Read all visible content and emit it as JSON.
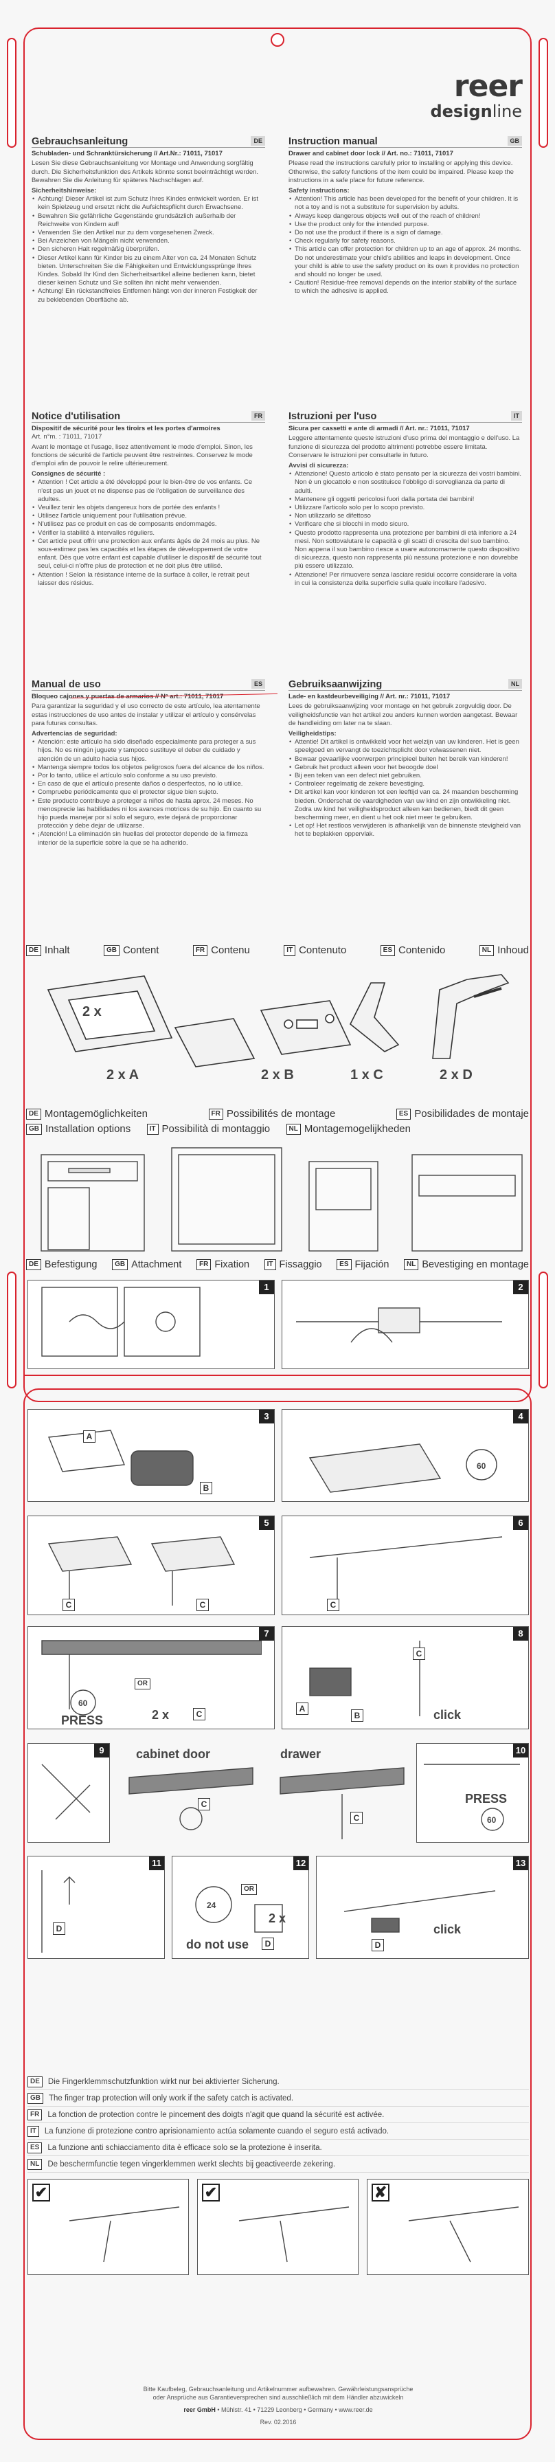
{
  "brand": {
    "name": "reer",
    "line_prefix": "design",
    "line_suffix": "line"
  },
  "instructions": [
    {
      "id": "de",
      "title": "Gebrauchsanleitung",
      "code": "DE",
      "subtitle": "Schubladen- und Schranktürsicherung // Art.Nr.: 71011, 71017",
      "intro": "Lesen Sie diese Gebrauchsanleitung vor Montage und Anwendung sorgfältig durch. Die Sicherheitsfunktion des Artikels könnte sonst beeinträchtigt werden. Bewahren Sie die Anleitung für späteres Nachschlagen auf.",
      "heading": "Sicherheitshinweise:",
      "items": [
        "Achtung! Dieser Artikel ist zum Schutz Ihres Kindes entwickelt worden. Er ist kein Spielzeug und ersetzt nicht die Aufsichtspflicht durch Erwachsene.",
        "Bewahren Sie gefährliche Gegenstände grundsätzlich außerhalb der Reichweite von Kindern auf!",
        "Verwenden Sie den Artikel nur zu dem vorgesehenen Zweck.",
        "Bei Anzeichen von Mängeln nicht verwenden.",
        "Den sicheren Halt regelmäßig überprüfen.",
        "Dieser Artikel kann für Kinder bis zu einem Alter von ca. 24 Monaten Schutz bieten. Unterschreiten Sie die Fähigkeiten und Entwicklungssprünge Ihres Kindes. Sobald Ihr Kind den Sicherheitsartikel alleine bedienen kann, bietet dieser keinen Schutz und Sie sollten ihn nicht mehr verwenden.",
        "Achtung! Ein rückstandfreies Entfernen hängt von der inneren Festigkeit der zu beklebenden Oberfläche ab."
      ]
    },
    {
      "id": "gb",
      "title": "Instruction manual",
      "code": "GB",
      "subtitle": "Drawer and cabinet door lock // Art. no.: 71011, 71017",
      "intro": "Please read the instructions carefully prior to installing or applying this device. Otherwise, the safety functions of the item could be impaired. Please keep the instructions in a safe place for future reference.",
      "heading": "Safety instructions:",
      "items": [
        "Attention! This article has been developed for the benefit of your children. It is not a toy and is not a substitute for supervision by adults.",
        "Always keep dangerous objects well out of the reach of children!",
        "Use the product only for the intended purpose.",
        "Do not use the product if there is a sign of damage.",
        "Check regularly for safety reasons.",
        "This article can offer protection for children up to an age of approx. 24 months. Do not underestimate your child's abilities and leaps in development. Once your child is able to use the safety product on its own it provides no protection and should no longer be used.",
        "Caution! Residue-free removal depends on the interior stability of the surface to which the adhesive is applied."
      ]
    },
    {
      "id": "fr",
      "title": "Notice d'utilisation",
      "code": "FR",
      "subtitle": "Dispositif de sécurité pour les tiroirs et les portes d'armoires",
      "subtitle2": "Art. n°m. : 71011, 71017",
      "intro": "Avant le montage et l'usage, lisez attentivement le mode d'emploi. Sinon, les fonctions de sécurité de l'article peuvent être restreintes. Conservez le mode d'emploi afin de pouvoir le relire ultérieurement.",
      "heading": "Consignes de sécurité :",
      "items": [
        "Attention ! Cet article a été développé pour le bien-être de vos enfants. Ce n'est pas un jouet et ne dispense pas de l'obligation de surveillance des adultes.",
        "Veuillez tenir les objets dangereux hors de portée des enfants !",
        "Utilisez l'article uniquement pour l'utilisation prévue.",
        "N'utilisez pas ce produit en cas de composants endommagés.",
        "Vérifier la stabilité à intervalles réguliers.",
        "Cet article peut offrir une protection aux enfants âgés de 24 mois au plus. Ne sous-estimez pas les capacités et les étapes de développement de votre enfant. Dès que votre enfant est capable d'utiliser le dispositif de sécurité tout seul, celui-ci n'offre plus de protection et ne doit plus être utilisé.",
        "Attention ! Selon la résistance interne de la surface à coller, le retrait peut laisser des résidus."
      ]
    },
    {
      "id": "it",
      "title": "Istruzioni per l'uso",
      "code": "IT",
      "subtitle": "Sicura per cassetti e ante di armadi // Art. nr.: 71011, 71017",
      "intro": "Leggere attentamente queste istruzioni d'uso prima del montaggio e dell'uso. La funzione di sicurezza del prodotto altrimenti potrebbe essere limitata. Conservare le istruzioni per consultarle in futuro.",
      "heading": "Avvisi di sicurezza:",
      "items": [
        "Attenzione! Questo articolo è stato pensato per la sicurezza dei vostri bambini. Non è un giocattolo e non sostituisce l'obbligo di sorveglianza da parte di adulti.",
        "Mantenere gli oggetti pericolosi fuori dalla portata dei bambini!",
        "Utilizzare l'articolo solo per lo scopo previsto.",
        "Non utilizzarlo se difettoso",
        "Verificare che si blocchi in modo sicuro.",
        "Questo prodotto rappresenta una protezione per bambini di età inferiore a 24 mesi. Non sottovalutare le capacità e gli scatti di crescita del suo bambino. Non appena il suo bambino riesce a usare autonomamente questo dispositivo di sicurezza, questo non rappresenta più nessuna protezione e non dovrebbe più essere utilizzato.",
        "Attenzione! Per rimuovere senza lasciare residui occorre considerare la volta in cui la consistenza della superficie sulla quale incollare l'adesivo."
      ]
    },
    {
      "id": "es",
      "title": "Manual de uso",
      "code": "ES",
      "subtitle": "Bloqueo cajones y puertas de armarios // N° art.: 71011, 71017",
      "intro": "Para garantizar la seguridad y el uso correcto de este artículo, lea atentamente estas instrucciones de uso antes de instalar y utilizar el artículo y consérvelas para futuras consultas.",
      "heading": "Advertencias de seguridad:",
      "items": [
        "Atención: este artículo ha sido diseñado especialmente para proteger a sus hijos. No es ningún juguete y tampoco sustituye el deber de cuidado y atención de un adulto hacia sus hijos.",
        "Mantenga siempre todos los objetos peligrosos fuera del alcance de los niños.",
        "Por lo tanto, utilice el artículo solo conforme a su uso previsto.",
        "En caso de que el artículo presente daños o desperfectos, no lo utilice.",
        "Compruebe periódicamente que el protector sigue bien sujeto.",
        "Este producto contribuye a proteger a niños de hasta aprox. 24 meses. No menosprecie las habilidades ni los avances motrices de su hijo. En cuanto su hijo pueda manejar por sí solo el seguro, este dejará de proporcionar protección y debe dejar de utilizarse.",
        "¡Atención! La eliminación sin huellas del protector depende de la firmeza interior de la superficie sobre la que se ha adherido."
      ]
    },
    {
      "id": "nl",
      "title": "Gebruiksaanwijzing",
      "code": "NL",
      "subtitle": "Lade- en kastdeurbeveiliging // Art. nr.: 71011, 71017",
      "intro": "Lees de gebruiksaanwijzing voor montage en het gebruik zorgvuldig door. De veiligheidsfunctie van het artikel zou anders kunnen worden aangetast. Bewaar de handleiding om later na te slaan.",
      "heading": "Veiligheidstips:",
      "items": [
        "Attentie! Dit artikel is ontwikkeld voor het welzijn van uw kinderen. Het is geen speelgoed en vervangt de toezichtsplicht door volwassenen niet.",
        "Bewaar gevaarlijke voorwerpen principieel buiten het bereik van kinderen!",
        "Gebruik het product alleen voor het beoogde doel",
        "Bij een teken van een defect niet gebruiken.",
        "Controleer regelmatig de zekere bevestiging.",
        "Dit artikel kan voor kinderen tot een leeftijd van ca. 24 maanden bescherming bieden. Onderschat de vaardigheden van uw kind en zijn ontwikkeling niet. Zodra uw kind het veiligheidsproduct alleen kan bedienen, biedt dit geen bescherming meer, en dient u het ook niet meer te gebruiken.",
        "Let op! Het restloos verwijderen is afhankelijk van de binnenste stevigheid van het te beplakken oppervlak."
      ]
    }
  ],
  "sections": {
    "contents": [
      {
        "code": "DE",
        "label": "Inhalt"
      },
      {
        "code": "GB",
        "label": "Content"
      },
      {
        "code": "FR",
        "label": "Contenu"
      },
      {
        "code": "IT",
        "label": "Contenuto"
      },
      {
        "code": "ES",
        "label": "Contenido"
      },
      {
        "code": "NL",
        "label": "Inhoud"
      }
    ],
    "mounting": [
      {
        "code": "DE",
        "label": "Montagemöglichkeiten"
      },
      {
        "code": "FR",
        "label": "Possibilités de montage"
      },
      {
        "code": "ES",
        "label": "Posibilidades de montaje"
      },
      {
        "code": "GB",
        "label": "Installation options"
      },
      {
        "code": "IT",
        "label": "Possibilità di montaggio"
      },
      {
        "code": "NL",
        "label": "Montagemogelijkheden"
      }
    ],
    "attachment": [
      {
        "code": "DE",
        "label": "Befestigung"
      },
      {
        "code": "GB",
        "label": "Attachment"
      },
      {
        "code": "FR",
        "label": "Fixation"
      },
      {
        "code": "IT",
        "label": "Fissaggio"
      },
      {
        "code": "ES",
        "label": "Fijación"
      },
      {
        "code": "NL",
        "label": "Bevestiging en montage"
      }
    ]
  },
  "contents_labels": {
    "a": "2 x A",
    "b": "2 x B",
    "c": "1 x C",
    "d": "2 x D",
    "tape": "2 x"
  },
  "steps": {
    "s1": "1",
    "s2": "2",
    "s3": "3",
    "s4": "4",
    "s5": "5",
    "s6": "6",
    "s7": "7",
    "s8": "8",
    "s9": "9",
    "s10": "10",
    "s11": "11",
    "s12": "12",
    "s13": "13"
  },
  "step_labels": {
    "A": "A",
    "B": "B",
    "C": "C",
    "D": "D",
    "press": "PRESS",
    "or": "OR",
    "times2": "2 x",
    "sixty": "60",
    "click": "click",
    "cabinet_door": "cabinet door",
    "drawer": "drawer",
    "do_not_use": "do not use",
    "twentyfour": "24"
  },
  "notes": [
    {
      "code": "DE",
      "text": "Die Fingerklemmschutzfunktion wirkt nur bei aktivierter Sicherung."
    },
    {
      "code": "GB",
      "text": "The finger trap protection will only work if the safety catch is activated."
    },
    {
      "code": "FR",
      "text": "La fonction de protection contre le pincement des doigts n'agit que quand la sécurité est activée."
    },
    {
      "code": "IT",
      "text": "La funzione di protezione contro aprisionamiento actúa solamente cuando el seguro está activado."
    },
    {
      "code": "ES",
      "text": "La funzione anti schiacciamento dita è efficace solo se la protezione è inserita."
    },
    {
      "code": "NL",
      "text": "De beschermfunctie tegen vingerklemmen werkt slechts bij geactiveerde zekering."
    }
  ],
  "checks": [
    "✔",
    "✔",
    "✘"
  ],
  "footer": {
    "line1": "Bitte Kaufbeleg, Gebrauchsanleitung und Artikelnummer aufbewahren. Gewährleistungsansprüche",
    "line2": "oder Ansprüche aus Garantieversprechen sind ausschließlich mit dem Händler abzuwickeln",
    "company": "reer GmbH",
    "address": " • Mühlstr. 41 • 71229 Leonberg • Germany • www.reer.de",
    "rev": "Rev. 02.2016"
  }
}
